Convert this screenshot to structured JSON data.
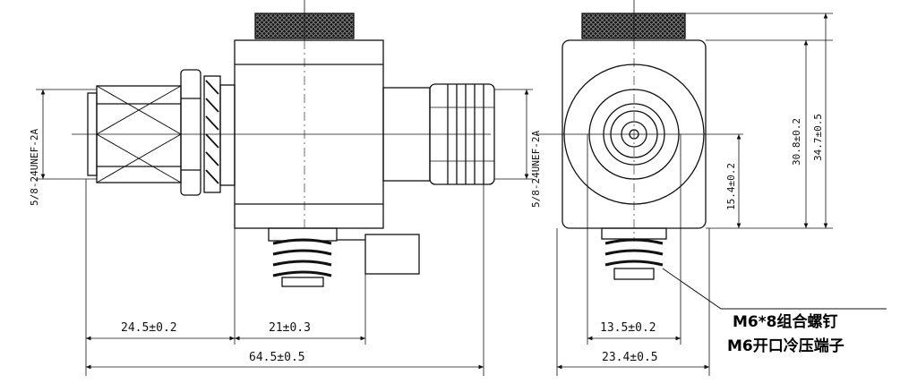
{
  "side_view": {
    "thread_left": "5/8-24UNEF-2A",
    "thread_right": "5/8-24UNEF-2A",
    "dim_left": "24.5±0.2",
    "dim_middle": "21±0.3",
    "dim_total": "64.5±0.5"
  },
  "front_view": {
    "dim_width": "23.4±0.5",
    "dim_bottom": "13.5±0.2",
    "dim_center_height": "15.4±0.2",
    "dim_inner_height": "30.8±0.2",
    "dim_total_height": "34.7±0.5"
  },
  "callout": {
    "line1": "M6*8组合螺钉",
    "line2": "M6开口冷压端子"
  }
}
